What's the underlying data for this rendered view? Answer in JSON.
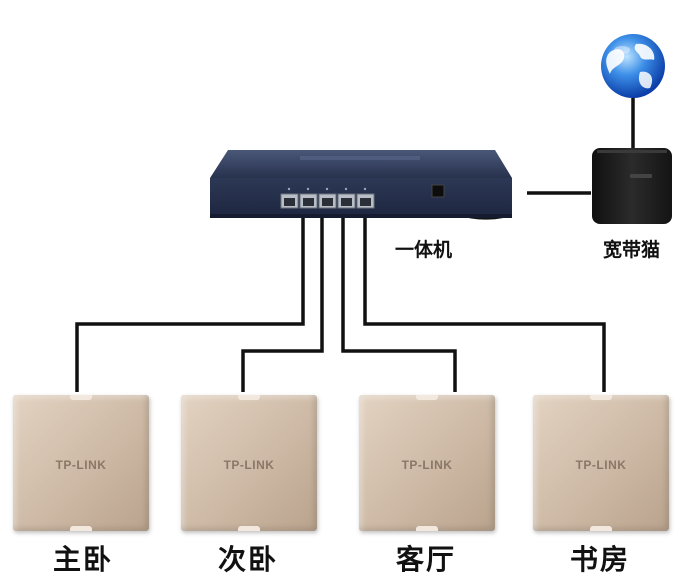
{
  "devices": {
    "all_in_one": {
      "label": "一体机"
    },
    "modem": {
      "label": "宽带猫"
    }
  },
  "access_points": [
    {
      "room": "主卧",
      "brand": "TP-LINK"
    },
    {
      "room": "次卧",
      "brand": "TP-LINK"
    },
    {
      "room": "客厅",
      "brand": "TP-LINK"
    },
    {
      "room": "书房",
      "brand": "TP-LINK"
    }
  ],
  "colors": {
    "router_body": "#2a3552",
    "cable": "#111111",
    "ap_panel": "#d4c2b0",
    "modem_body": "#1b1b1b"
  }
}
